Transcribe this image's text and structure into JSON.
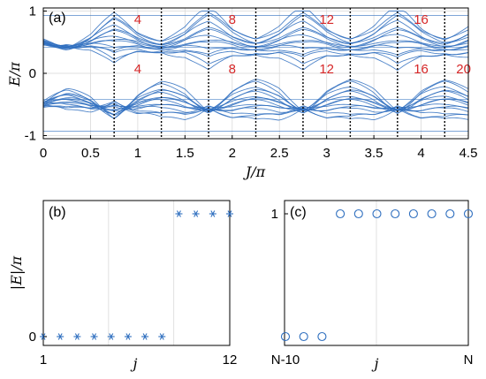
{
  "colors": {
    "series": "#2f6fbf",
    "region_label": "#d62728",
    "divider": "#000000",
    "grid": "#d9d9d9"
  },
  "chart_data": [
    {
      "type": "line",
      "panel": "(a)",
      "xlabel": "J/π",
      "ylabel": "E/π",
      "xlim": [
        0,
        4.5
      ],
      "ylim": [
        -1.05,
        1.05
      ],
      "x_ticks": [
        "0",
        "0.5",
        "1",
        "1.5",
        "2",
        "2.5",
        "3",
        "3.5",
        "4",
        "4.5"
      ],
      "y_ticks": [
        "1",
        "0",
        "-1"
      ],
      "grid": true,
      "divider_x": [
        0.75,
        1.25,
        1.75,
        2.25,
        2.75,
        3.25,
        3.75,
        4.25
      ],
      "region_labels_top": [
        {
          "x": 1.0,
          "text": "4"
        },
        {
          "x": 2.0,
          "text": "8"
        },
        {
          "x": 3.0,
          "text": "12"
        },
        {
          "x": 4.0,
          "text": "16"
        }
      ],
      "region_labels_bottom": [
        {
          "x": 1.0,
          "text": "4"
        },
        {
          "x": 2.0,
          "text": "8"
        },
        {
          "x": 3.0,
          "text": "12"
        },
        {
          "x": 4.0,
          "text": "16"
        },
        {
          "x": 4.45,
          "text": "20"
        }
      ]
    },
    {
      "type": "scatter",
      "panel": "(b)",
      "marker": "asterisk",
      "xlabel": "j",
      "ylabel": "|E|/π",
      "x_ticks": [
        "1",
        "12"
      ],
      "y_ticks": [
        "0"
      ],
      "xlim": [
        1,
        12
      ],
      "grid": true,
      "x": [
        1,
        2,
        3,
        4,
        5,
        6,
        7,
        8,
        9,
        10,
        11,
        12
      ],
      "y": [
        0,
        0,
        0,
        0,
        0,
        0,
        0,
        0,
        1,
        1,
        1,
        1
      ]
    },
    {
      "type": "scatter",
      "panel": "(c)",
      "marker": "circle",
      "xlabel": "j",
      "x_ticks": [
        "N-10",
        "N"
      ],
      "y_ticks": [
        "1"
      ],
      "grid": true,
      "x": [
        0,
        1,
        2,
        3,
        4,
        5,
        6,
        7,
        8,
        9,
        10
      ],
      "y": [
        0,
        0,
        0,
        1,
        1,
        1,
        1,
        1,
        1,
        1,
        1
      ]
    }
  ]
}
